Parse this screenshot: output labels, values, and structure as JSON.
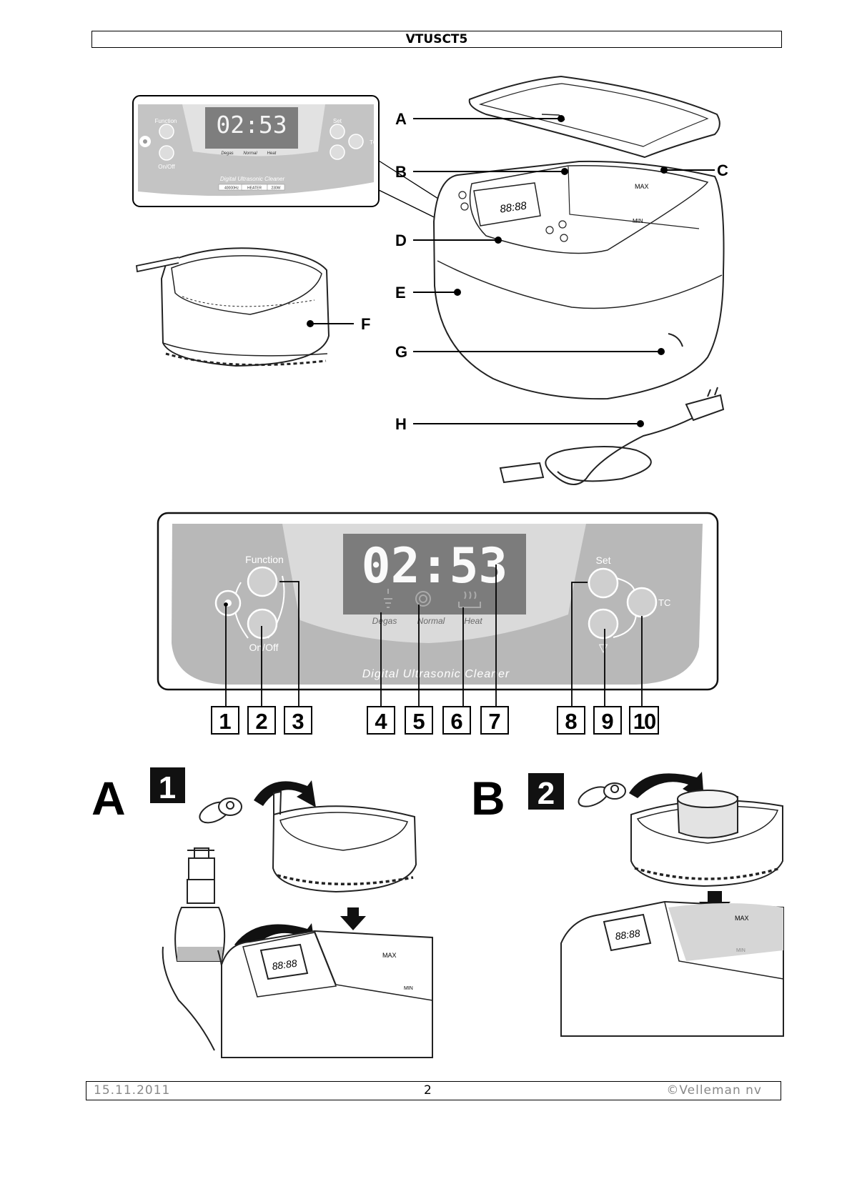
{
  "header": {
    "title": "VTUSCT5"
  },
  "overview": {
    "parts": [
      "A",
      "B",
      "C",
      "D",
      "E",
      "F",
      "G",
      "H"
    ],
    "inset_display": "02:53",
    "inset_labels": {
      "function": "Function",
      "onoff": "On/Off",
      "set": "Set",
      "tc": "TC",
      "degas": "Degas",
      "normal": "Normal",
      "heat": "Heat",
      "brand": "Digital Ultrasonic Cleaner",
      "spec_left": "40000Hz",
      "spec_mid": "HEATER",
      "spec_right": "230W"
    },
    "tank_labels": {
      "max": "MAX",
      "min": "MIN",
      "mini_display": "88:88"
    }
  },
  "control_panel": {
    "display": "02:53",
    "function_label": "Function",
    "onoff_label": "On/Off",
    "set_label": "Set",
    "tc_label": "TC",
    "down_symbol": "▽",
    "degas_label": "Degas",
    "normal_label": "Normal",
    "heat_label": "Heat",
    "brand": "Digital Ultrasonic Cleaner",
    "numbers": [
      "1",
      "2",
      "3",
      "4",
      "5",
      "6",
      "7",
      "8",
      "9",
      "10"
    ]
  },
  "steps": [
    {
      "letter": "A",
      "number": "1",
      "max_label": "MAX",
      "min_label": "MIN",
      "mini_display": "88:88"
    },
    {
      "letter": "B",
      "number": "2",
      "max_label": "MAX",
      "min_label": "MIN",
      "mini_display": "88:88"
    }
  ],
  "footer": {
    "date": "15.11.2011",
    "page": "2",
    "copyright": "©Velleman nv"
  },
  "colors": {
    "panel_gray": "#b5b5b5",
    "panel_light": "#d6d6d6",
    "display_dark": "#7c7c7c",
    "button_fill": "#cfcfcf",
    "tank_water": "#d8d8d8"
  }
}
